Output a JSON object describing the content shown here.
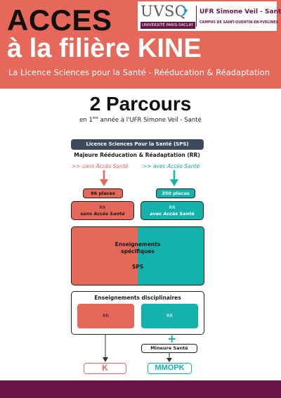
{
  "header": {
    "line1": "ACCES",
    "line2": "à la filière KINE",
    "subtitle": "La Licence Sciences pour la Santé - Rééducation & Réadaptation",
    "logo": {
      "uvsq": "UVSQ",
      "university": "UNIVERSITÉ PARIS-SACLAY",
      "ufr": "UFR Simone Veil - Santé",
      "campus": "CAMPUS DE SAINT-QUENTIN-EN-YVELINES"
    }
  },
  "title": {
    "main": "2 Parcours",
    "sub_prefix": "en 1",
    "sub_sup": "ère",
    "sub_suffix": " année à l'UFR Simone Veil - Santé"
  },
  "diagram": {
    "sps_bar": "Licence Sciences Pour la Santé (SPS)",
    "majeure": "Majeure Rééducation & Réadaptation (RR)",
    "label_sans": ">> sans Accès Santé",
    "label_avec": ">> avec Accès Santé",
    "places_left": "86 places",
    "places_right": "350 places",
    "rr_left_line1": "RR",
    "rr_left_line2": "sans Accès Santé",
    "rr_right_line1": "RR",
    "rr_right_line2": "avec Accès Santé",
    "ens_spec_line1": "Enseignements",
    "ens_spec_line2": "spécifiques",
    "ens_spec_sps": "SPS",
    "ens_disc_title": "Enseignements disciplinaires",
    "disc_rr_left": "RR",
    "disc_rr_right": "RR",
    "plus": "+",
    "mineure": "Mineure Santé",
    "end_left": "K",
    "end_right": "MMOPK"
  },
  "colors": {
    "coral": "#e5685a",
    "teal": "#14b2aa",
    "navy": "#3b4a5c",
    "plum": "#6b1547"
  }
}
